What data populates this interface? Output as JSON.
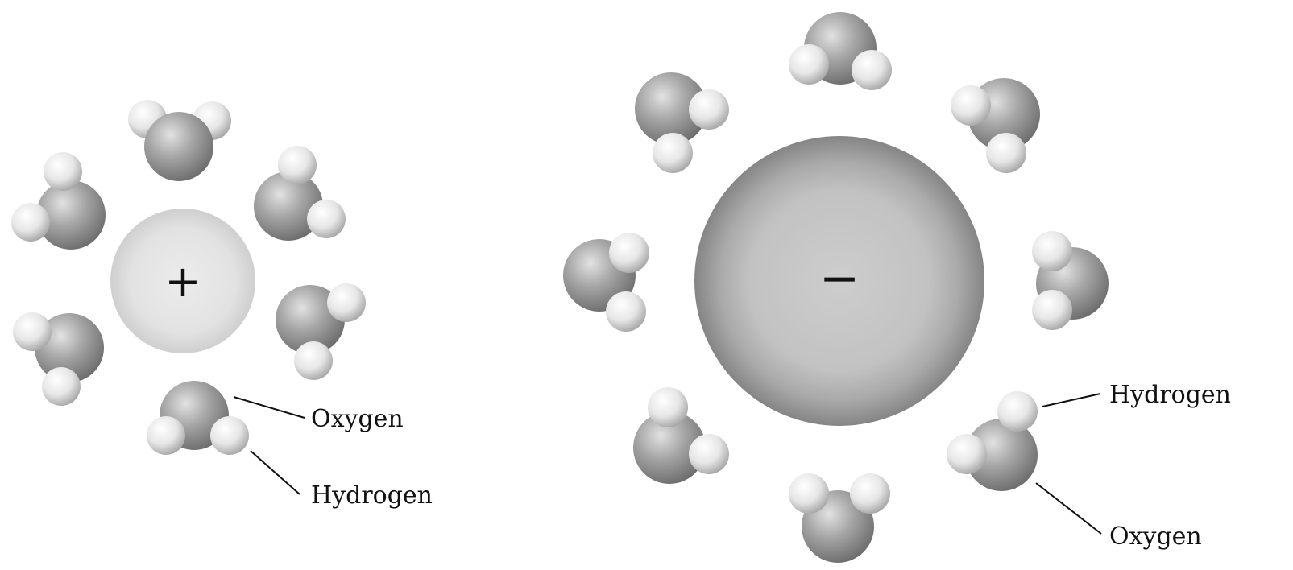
{
  "cation": {
    "sign": "+",
    "labels": {
      "oxygen": "Oxygen",
      "hydrogen": "Hydrogen"
    },
    "water_molecules": [
      {
        "id": "top",
        "oxygen_toward_ion": true
      },
      {
        "id": "upper-right",
        "oxygen_toward_ion": true
      },
      {
        "id": "right",
        "oxygen_toward_ion": true
      },
      {
        "id": "bottom",
        "oxygen_toward_ion": true,
        "labeled": true
      },
      {
        "id": "lower-left",
        "oxygen_toward_ion": true
      },
      {
        "id": "upper-left",
        "oxygen_toward_ion": true
      }
    ]
  },
  "anion": {
    "sign": "−",
    "labels": {
      "hydrogen": "Hydrogen",
      "oxygen": "Oxygen"
    },
    "water_molecules": [
      {
        "id": "top",
        "hydrogen_toward_ion": true
      },
      {
        "id": "upper-right",
        "hydrogen_toward_ion": true
      },
      {
        "id": "right",
        "hydrogen_toward_ion": true
      },
      {
        "id": "lower-right",
        "hydrogen_toward_ion": true,
        "labeled": true
      },
      {
        "id": "bottom",
        "hydrogen_toward_ion": true
      },
      {
        "id": "lower-left",
        "hydrogen_toward_ion": true
      },
      {
        "id": "left",
        "hydrogen_toward_ion": true
      },
      {
        "id": "upper-left",
        "hydrogen_toward_ion": true
      }
    ]
  },
  "colors": {
    "cation_ion": "#dcdcdc",
    "anion_ion": "#aeaeae",
    "oxygen_atom": "#8e8e8e",
    "hydrogen_atom": "#e4e4e4",
    "label_text": "#111111"
  }
}
